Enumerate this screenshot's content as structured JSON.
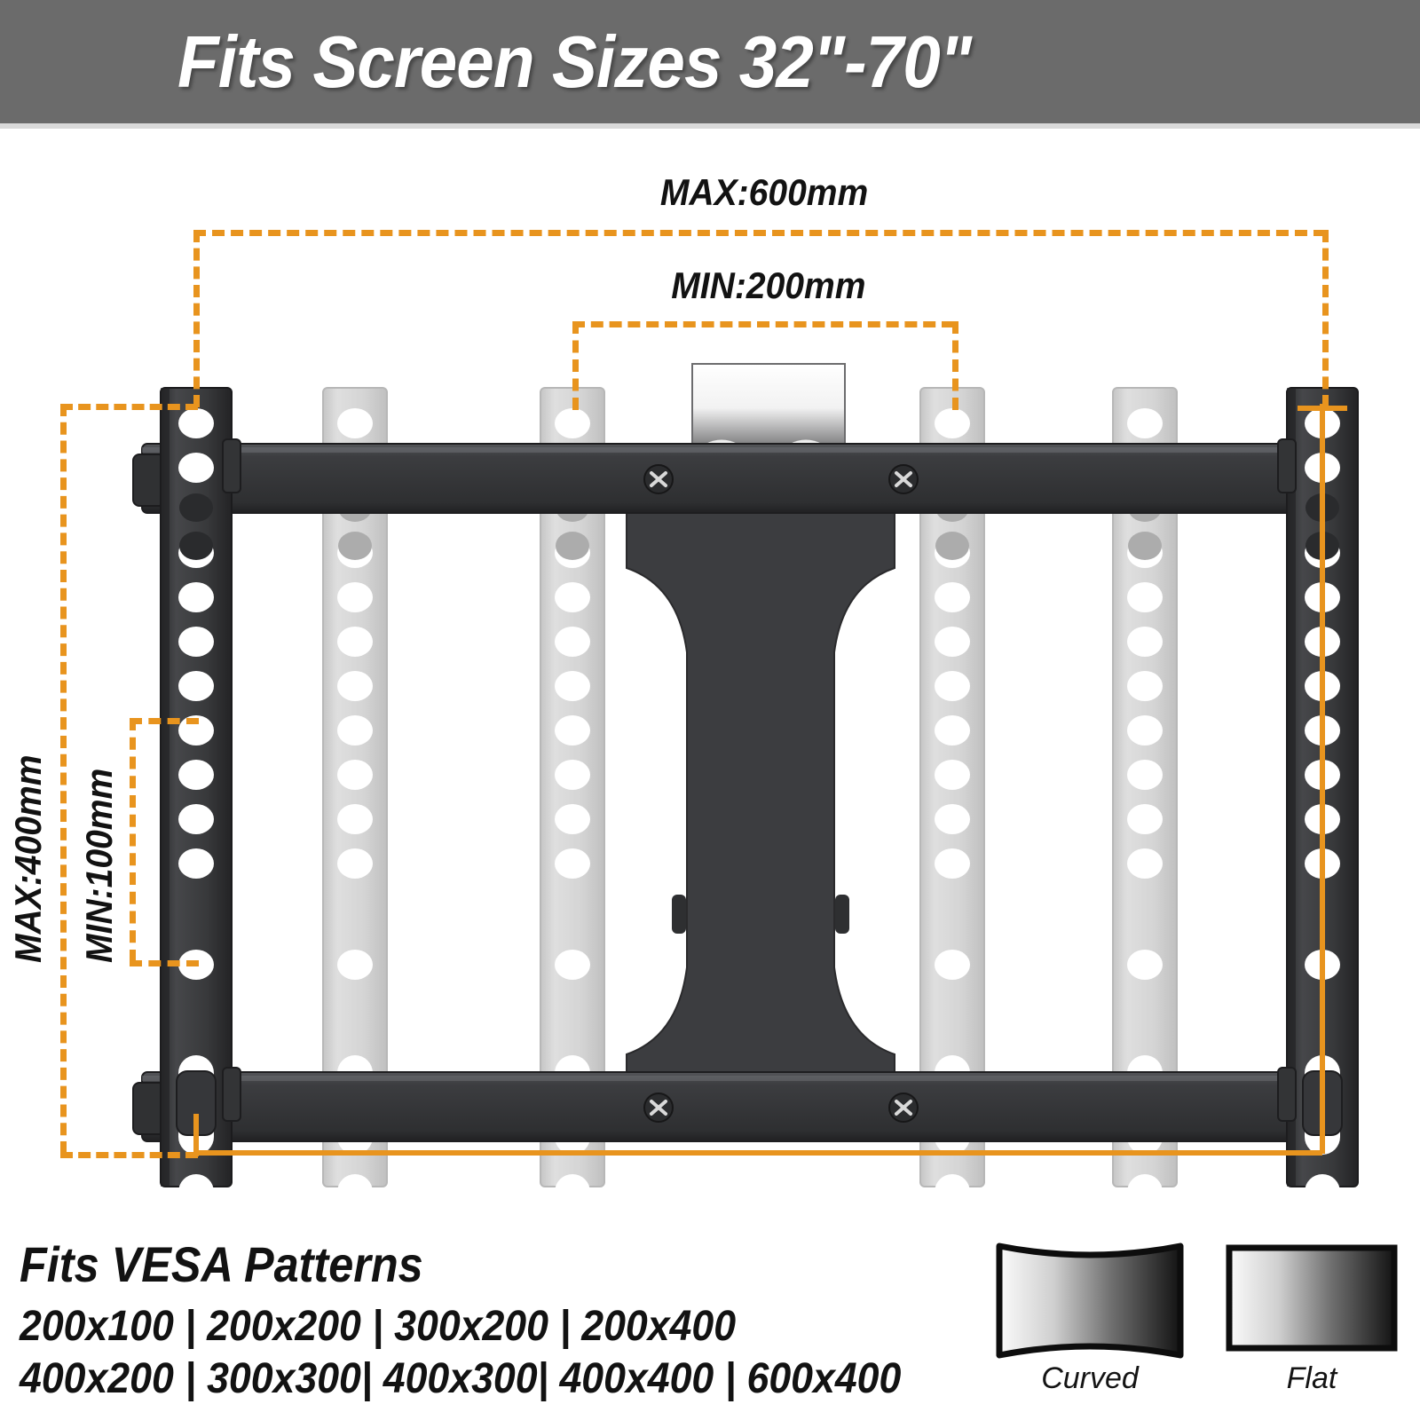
{
  "header": {
    "title": "Fits Screen Sizes 32\"-70\"",
    "background_color": "#6b6b6b",
    "text_color": "#ffffff"
  },
  "accent_color": "#E8941E",
  "bracket_color": "#3a3a3c",
  "ghost_color": "#c9c9c9",
  "dimensions": {
    "max_width_label": "MAX:600mm",
    "min_width_label": "MIN:200mm",
    "max_height_label": "MAX:400mm",
    "min_height_label": "MIN:100mm"
  },
  "vesa": {
    "title": "Fits VESA Patterns",
    "line1": "200x100 | 200x200 | 300x200 | 200x400",
    "line2": "400x200 | 300x300| 400x300| 400x400 | 600x400",
    "patterns": [
      "200x100",
      "200x200",
      "300x200",
      "200x400",
      "400x200",
      "300x300",
      "400x300",
      "400x400",
      "600x400"
    ]
  },
  "screen_types": [
    {
      "name": "curved",
      "label": "Curved"
    },
    {
      "name": "flat",
      "label": "Flat"
    }
  ]
}
